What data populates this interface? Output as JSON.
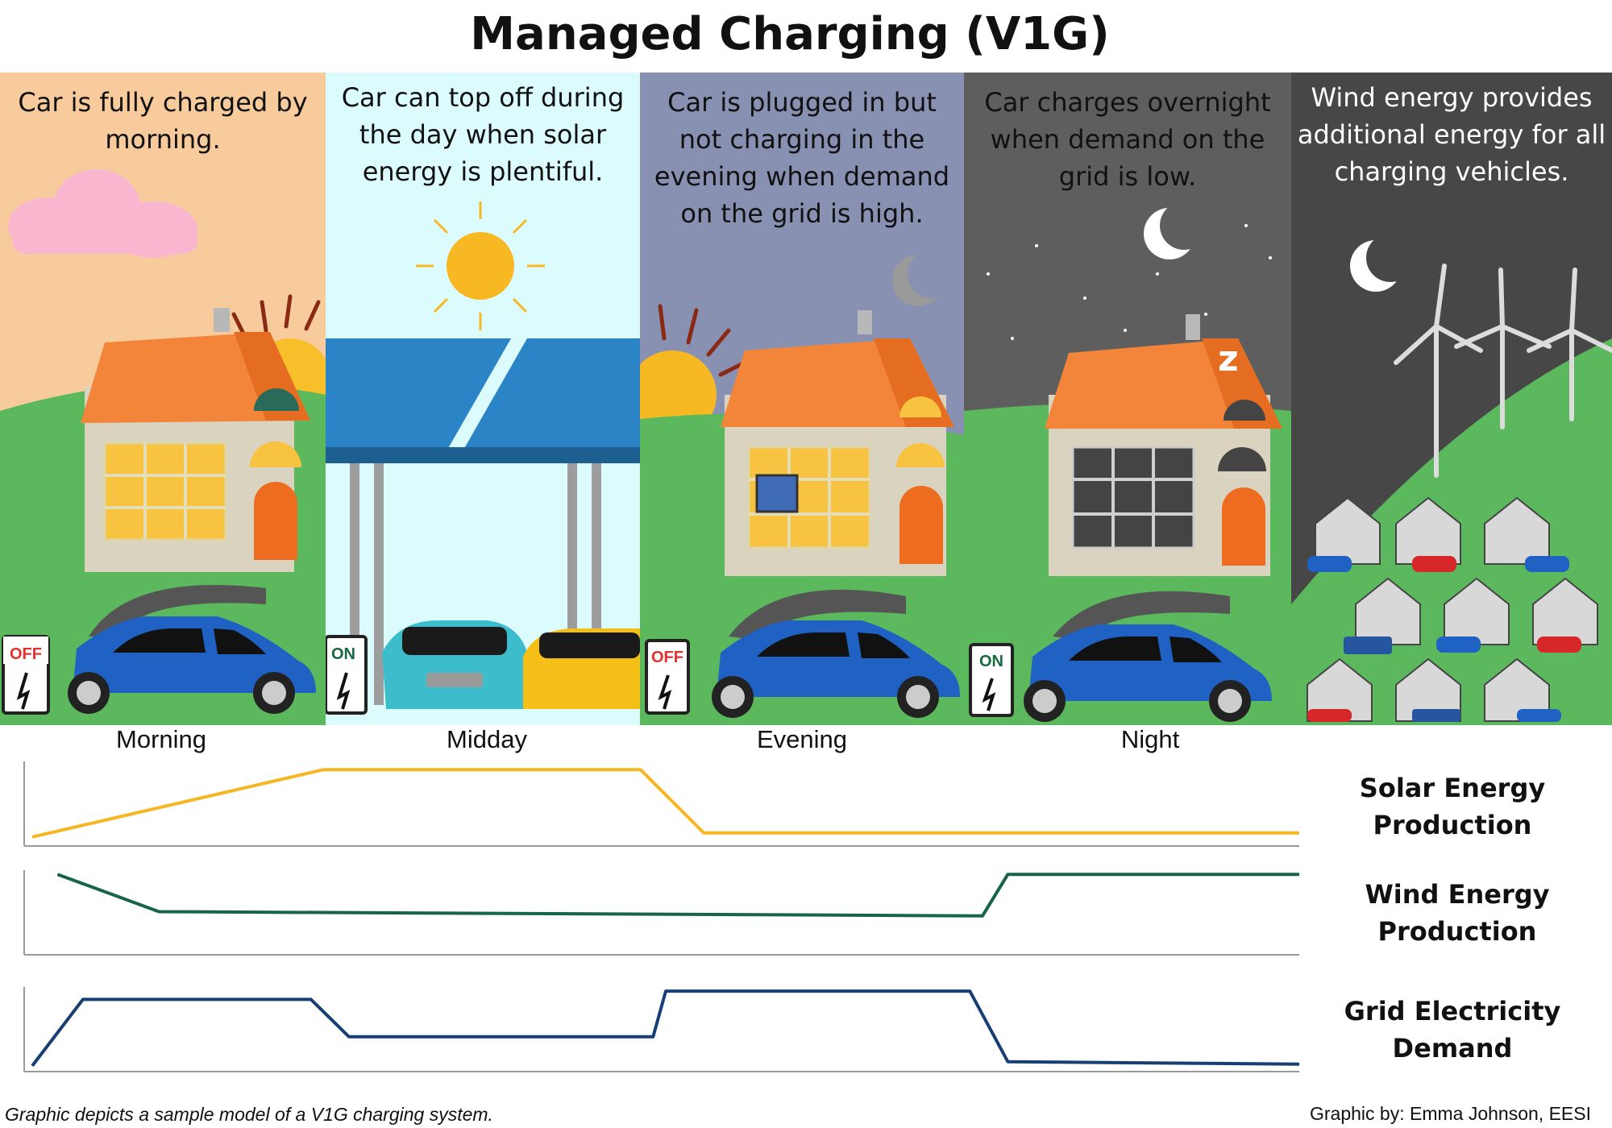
{
  "title": "Managed Charging (V1G)",
  "panels": [
    {
      "caption": "Car is fully charged by morning.",
      "charger": "OFF"
    },
    {
      "caption": "Car can top off during the day when solar energy is plentiful.",
      "charger": "ON"
    },
    {
      "caption": "Car is plugged in but not charging in the evening when demand on the grid is high.",
      "charger": "OFF"
    },
    {
      "caption": "Car charges overnight when demand on the grid is low.",
      "charger": "ON"
    },
    {
      "caption": "Wind energy provides additional energy for all charging vehicles."
    }
  ],
  "time_labels": [
    "Morning",
    "Midday",
    "Evening",
    "Night"
  ],
  "colors": {
    "morning_bg": "#f8cb9c",
    "midday_bg": "#dcfbfc",
    "evening_bg": "#8891b1",
    "night_bg": "#5e5e5e",
    "wind_bg": "#474747",
    "grass": "#5cb85c",
    "roof": "#f2853a",
    "car_blue": "#1f62c4",
    "solar_line": "#f5b622",
    "wind_line": "#17644a",
    "grid_line": "#173f74"
  },
  "chart_data": {
    "type": "line",
    "x": [
      "Morning",
      "Midday",
      "Evening",
      "Night"
    ],
    "series": [
      {
        "name": "Solar Energy Production",
        "points": [
          [
            0,
            0.08
          ],
          [
            0.23,
            0.9
          ],
          [
            0.48,
            0.9
          ],
          [
            0.53,
            0.13
          ],
          [
            1.0,
            0.13
          ]
        ]
      },
      {
        "name": "Wind Energy Production",
        "points": [
          [
            0.02,
            0.95
          ],
          [
            0.1,
            0.5
          ],
          [
            0.75,
            0.45
          ],
          [
            0.77,
            0.95
          ],
          [
            1.0,
            0.95
          ]
        ]
      },
      {
        "name": "Grid Electricity Demand",
        "points": [
          [
            0.0,
            0.05
          ],
          [
            0.04,
            0.85
          ],
          [
            0.22,
            0.85
          ],
          [
            0.25,
            0.4
          ],
          [
            0.49,
            0.4
          ],
          [
            0.5,
            0.95
          ],
          [
            0.74,
            0.95
          ],
          [
            0.77,
            0.1
          ],
          [
            1.0,
            0.07
          ]
        ]
      }
    ]
  },
  "footnote": "Graphic depicts a sample model of a V1G charging system.",
  "credit": "Graphic by: Emma Johnson, EESI"
}
